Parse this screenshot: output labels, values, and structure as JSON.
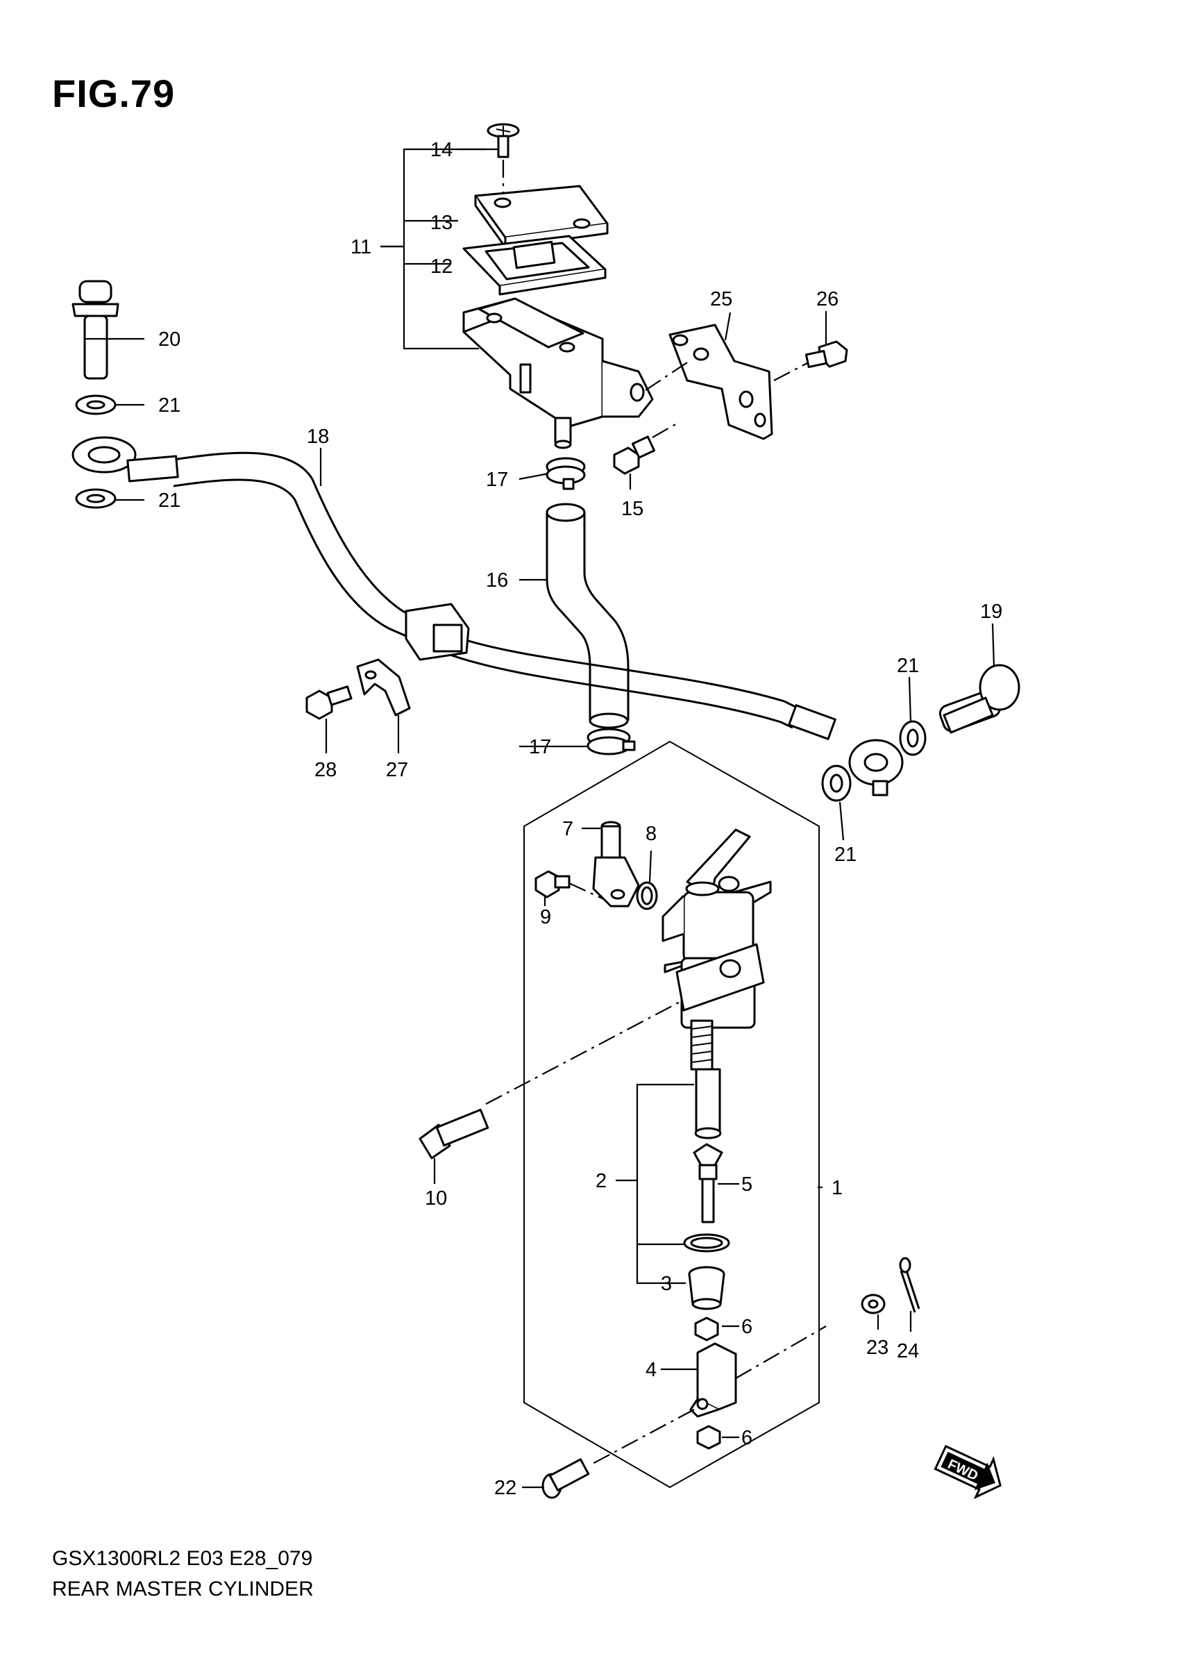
{
  "figure": {
    "title": "FIG.79",
    "code": "GSX1300RL2 E03 E28_079",
    "name": "REAR MASTER CYLINDER"
  },
  "fwd_arrow": "FWD",
  "callouts": [
    "1",
    "2",
    "3",
    "4",
    "5",
    "6",
    "6",
    "7",
    "8",
    "9",
    "10",
    "11",
    "12",
    "13",
    "14",
    "15",
    "16",
    "17",
    "17",
    "18",
    "19",
    "20",
    "21",
    "21",
    "21",
    "21",
    "22",
    "23",
    "24",
    "25",
    "26",
    "27",
    "28"
  ]
}
